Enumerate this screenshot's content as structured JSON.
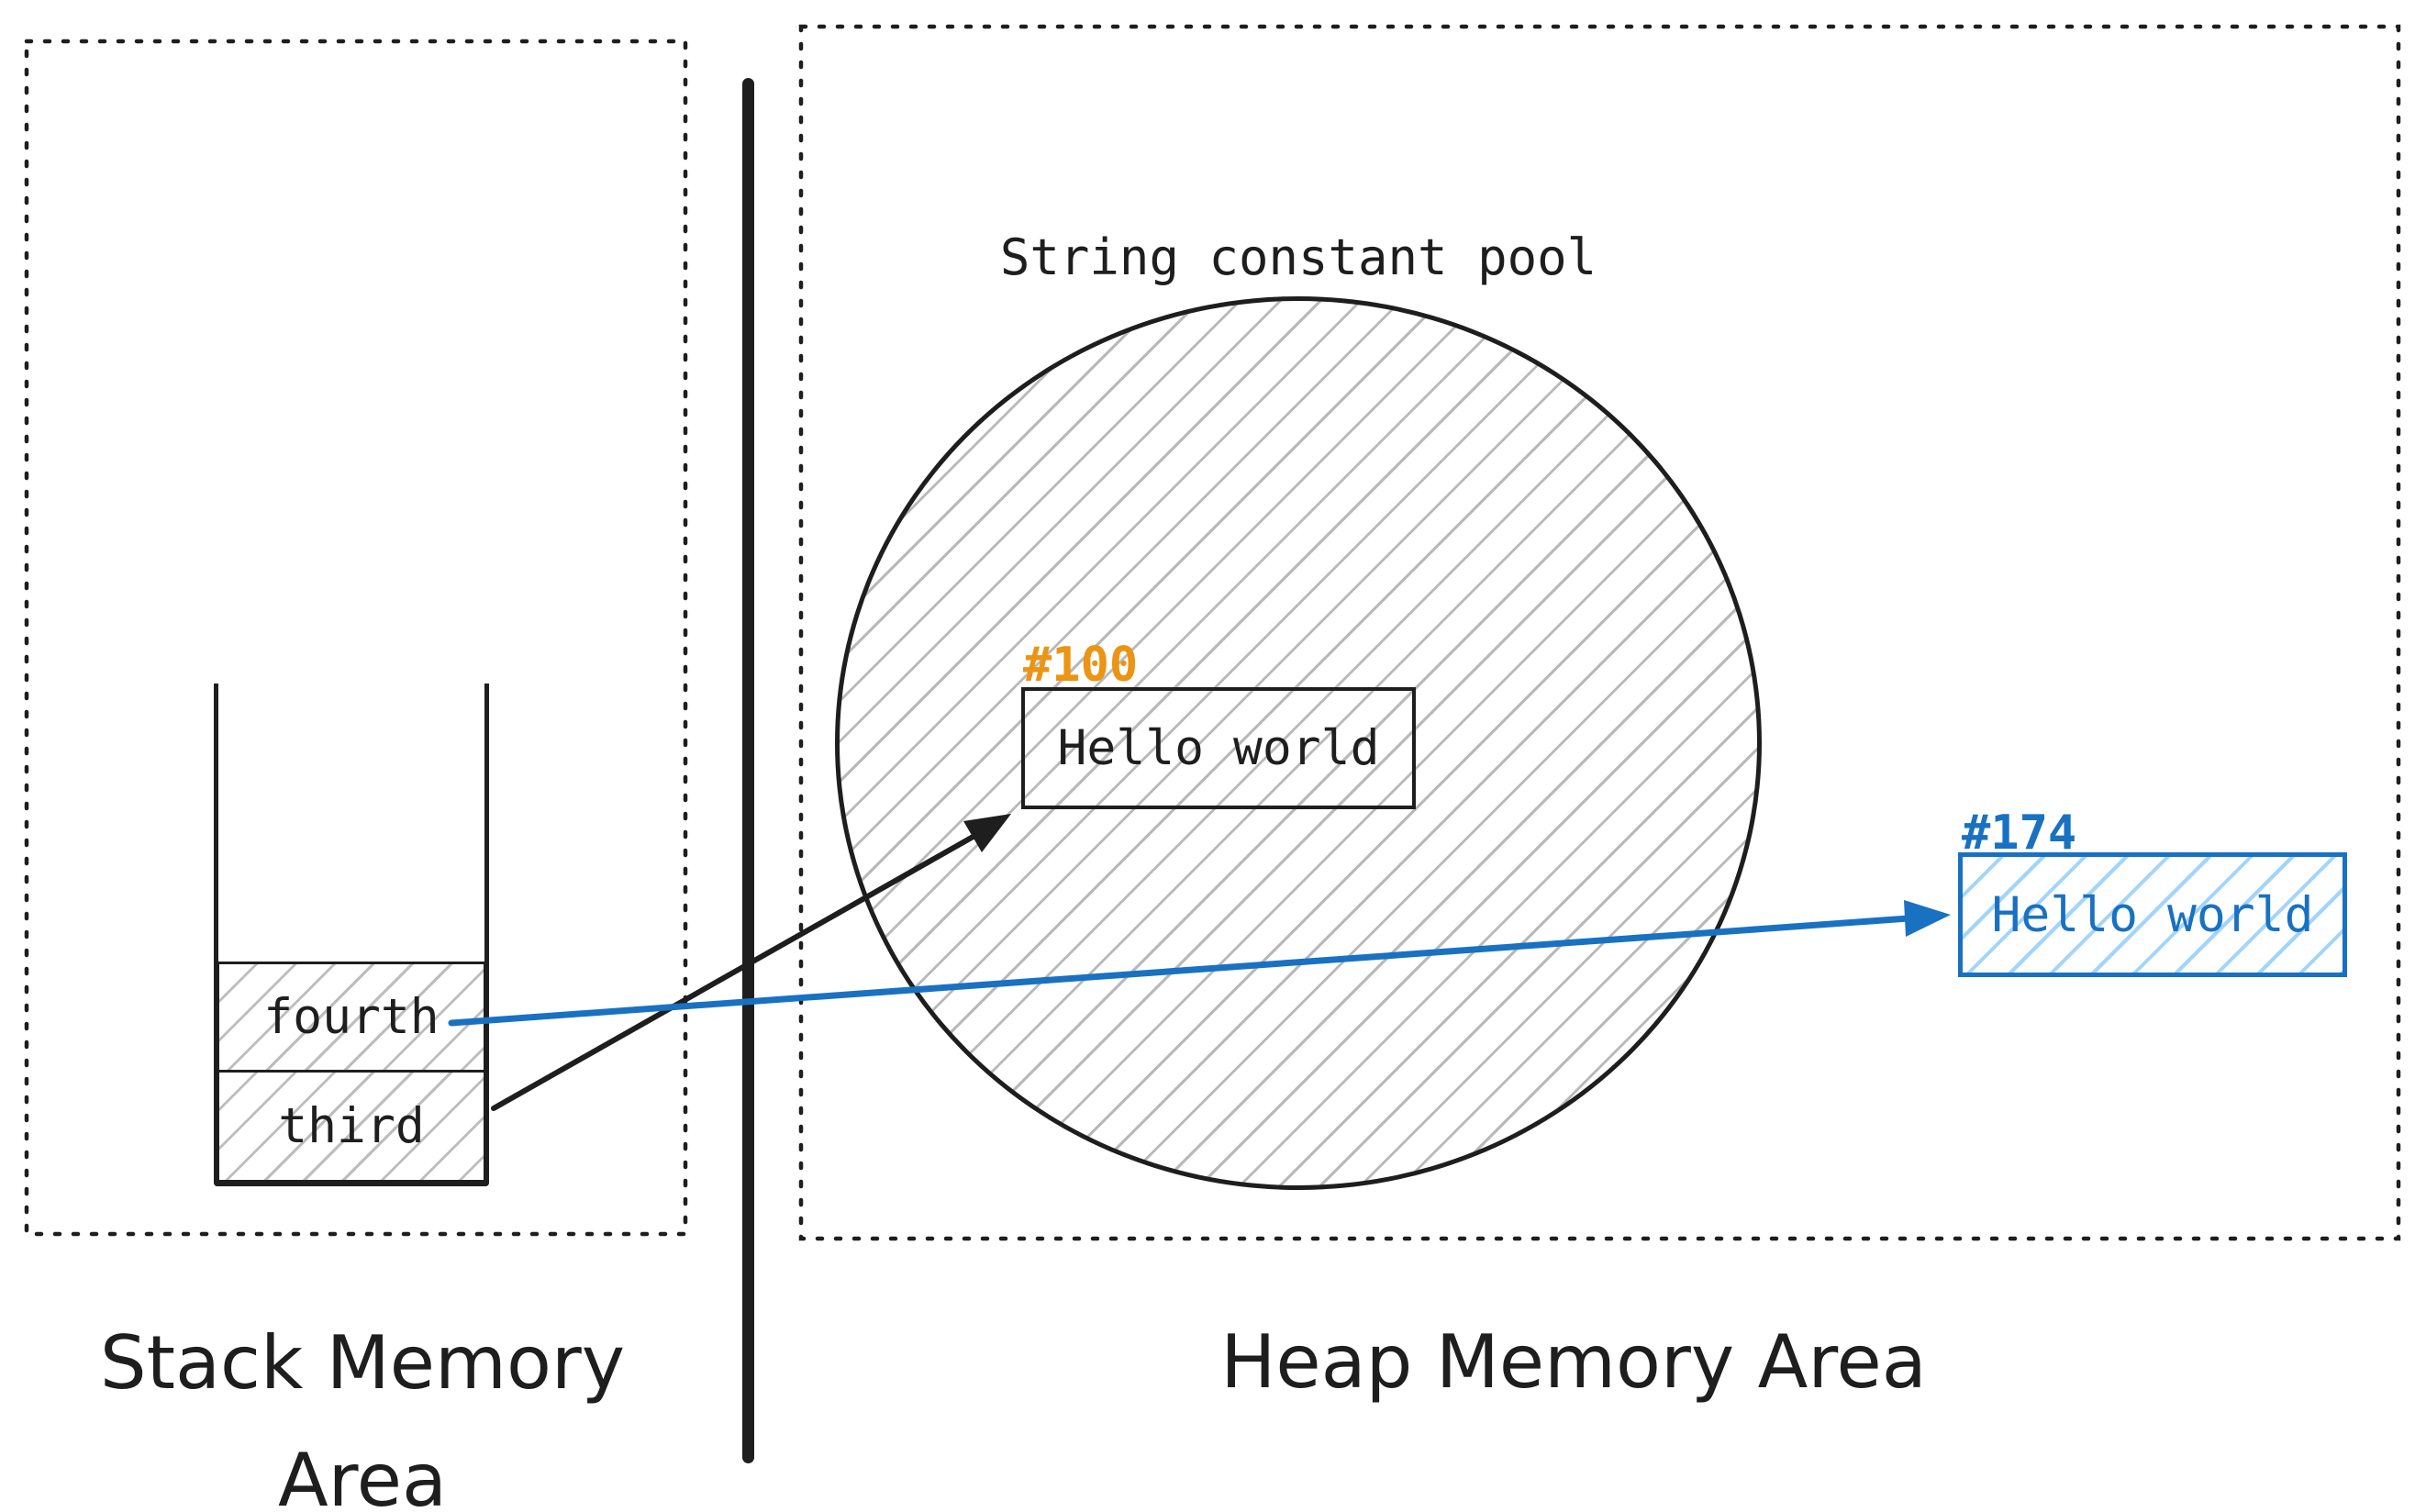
{
  "areas": {
    "stack_label": "Stack Memory\nArea",
    "heap_label": "Heap Memory Area"
  },
  "pool": {
    "title": "String constant pool"
  },
  "stack": {
    "cells": [
      {
        "label": "fourth"
      },
      {
        "label": "third"
      }
    ]
  },
  "pool_object": {
    "address": "#100",
    "value": "Hello world"
  },
  "heap_object": {
    "address": "#174",
    "value": "Hello world"
  },
  "colors": {
    "stroke_black": "#1e1e1e",
    "address_orange": "#ec9413",
    "reference_blue": "#1971c2",
    "blue_hatch": "#a2d5fa",
    "gray_hatch": "#b9b9b9"
  }
}
